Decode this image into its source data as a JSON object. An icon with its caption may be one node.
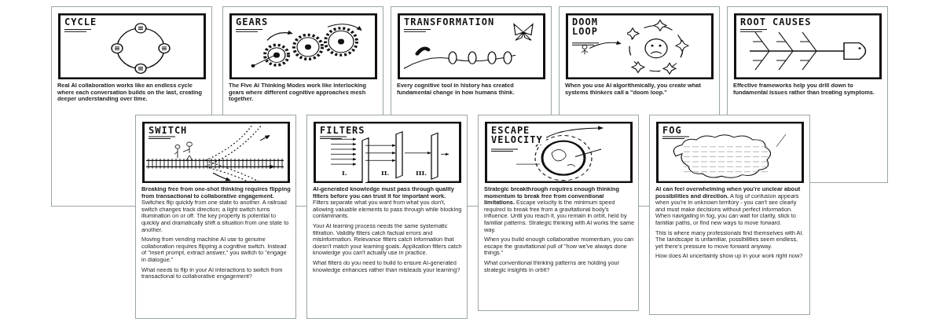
{
  "diagram": {
    "labels": [
      "CYCLE",
      "Real AI collaboration works like an endless cycle where each conversation builds on the last, creating deeper understanding over time.",
      "GEARS",
      "The Five AI Thinking Modes work like interlocking gears where different cognitive approaches mesh together.",
      "TRANSFORMATION",
      "Every cognitive tool in history has created fundamental change in how humans think.",
      "DOOM LOOP",
      "When you use AI algorithmically, you create what systems thinkers call a \"doom loop.\"",
      "ROOT CAUSES",
      "Effective frameworks help you drill down to fundamental issues rather than treating symptoms.",
      "SWITCH",
      "**Breaking free from one-shot thinking requires flipping from transactional to collaborative engagement.** Switches flip quickly from one state to another. A railroad switch changes track direction; a light switch turns illumination on or off. The key property is potential to quickly and dramatically shift a situation from one state to another.",
      "Moving from vending machine AI use to genuine collaboration requires flipping a cognitive switch. Instead of \"insert prompt, extract answer,\" you switch to \"engage in dialogue.\"",
      "What needs to flip in your AI interactions to switch from transactional to collaborative engagement?",
      "FILTERS",
      "**AI-generated knowledge must pass through quality filters before you can trust it for important work.** Filters separate what you want from what you don't, allowing valuable elements to pass through while blocking contaminants.",
      "Your AI learning process needs the same systematic filtration. Validity filters catch factual errors and misinformation. Relevance filters catch information that doesn't match your learning goals. Application filters catch knowledge you can't actually use in practice.",
      "What filters do you need to build to ensure AI-generated knowledge enhances rather than misleads your learning?",
      "I.",
      "II.",
      "III.",
      "ESCAPE VELOCITY",
      "**Strategic breakthrough requires enough thinking momentum to break free from conventional limitations.** Escape velocity is the minimum speed required to break free from a gravitational body's influence. Until you reach it, you remain in orbit, held by familiar patterns. Strategic thinking with AI works the same way.",
      "When you build enough collaborative momentum, you can escape the gravitational pull of \"how we've always done things.\"",
      "What conventional thinking patterns are holding your strategic insights in orbit?",
      "FOG",
      "**AI can feel overwhelming when you're unclear about possibilities and direction.** A fog of confusion appears when you're in unknown territory - you can't see clearly and must make decisions without perfect information. When navigating in fog, you can wait for clarity, stick to familiar paths, or find new ways to move forward.",
      "This is where many professionals find themselves with AI. The landscape is unfamiliar, possibilities seem endless, yet there's pressure to move forward anyway.",
      "How does AI uncertainty show up in your work right now?"
    ]
  }
}
